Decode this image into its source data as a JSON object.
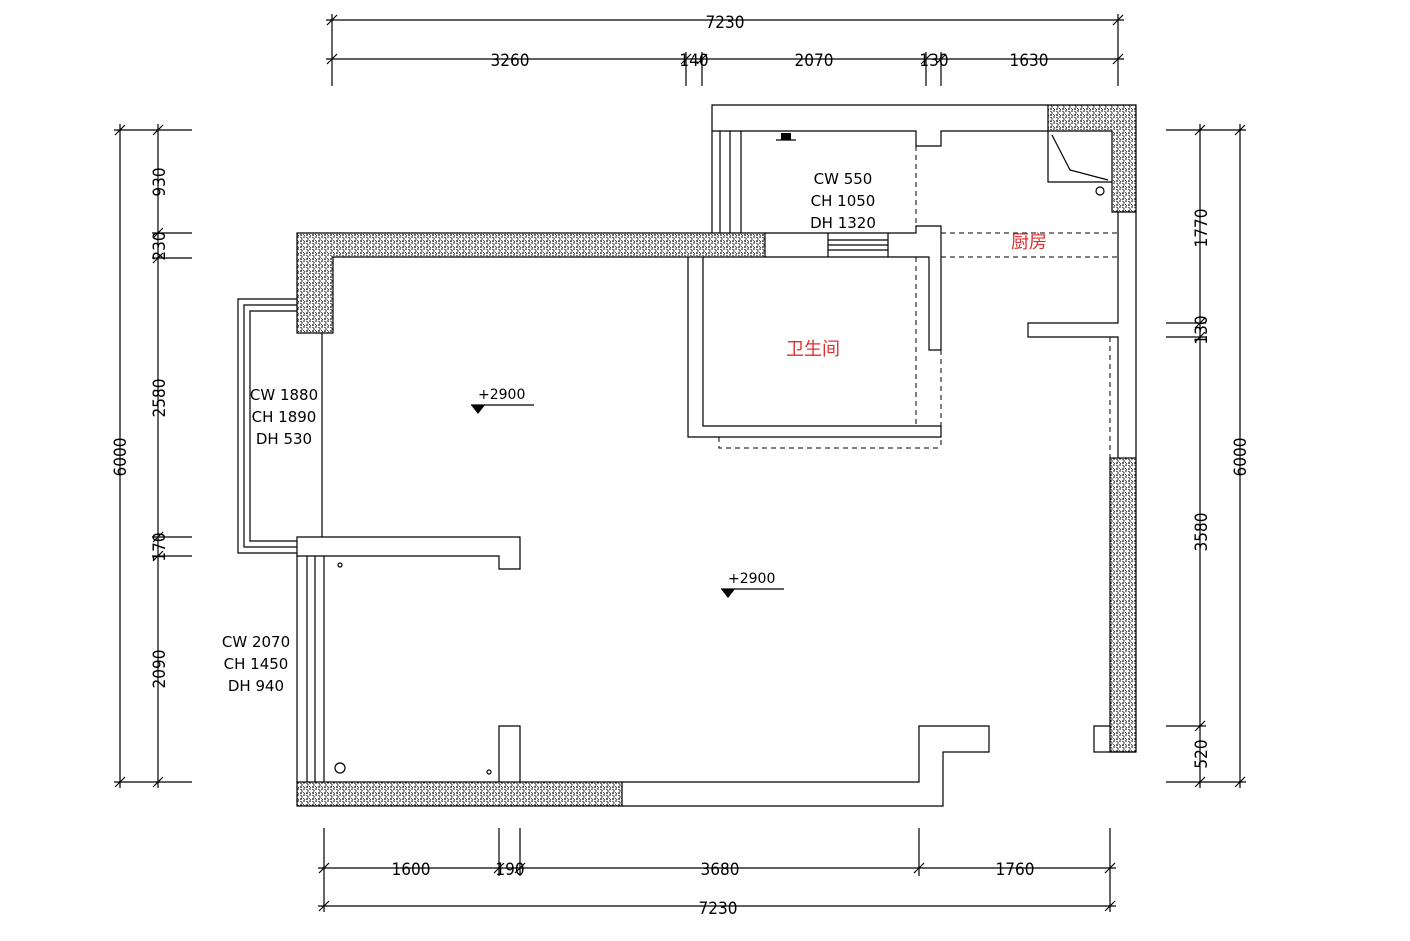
{
  "dimensions": {
    "top_total": "7230",
    "top_segments": [
      "3260",
      "140",
      "2070",
      "130",
      "1630"
    ],
    "bottom_total": "7230",
    "bottom_segments": [
      "1600",
      "190",
      "3680",
      "1760"
    ],
    "left_total": "6000",
    "left_segments": [
      "930",
      "230",
      "2580",
      "170",
      "2090"
    ],
    "right_total": "6000",
    "right_segments": [
      "1770",
      "130",
      "3580",
      "520"
    ]
  },
  "windows": {
    "top_window": [
      "CW  550",
      "CH  1050",
      "DH  1320"
    ],
    "left_upper_window": [
      "CW  1880",
      "CH  1890",
      "DH  530"
    ],
    "left_lower_window": [
      "CW  2070",
      "CH  1450",
      "DH  940"
    ]
  },
  "rooms": {
    "kitchen": "厨房",
    "bathroom": "卫生间"
  },
  "levels": {
    "upper": "+2900",
    "lower": "+2900"
  },
  "colors": {
    "line": "#000000",
    "room_label": "#e03030",
    "background": "#ffffff"
  }
}
